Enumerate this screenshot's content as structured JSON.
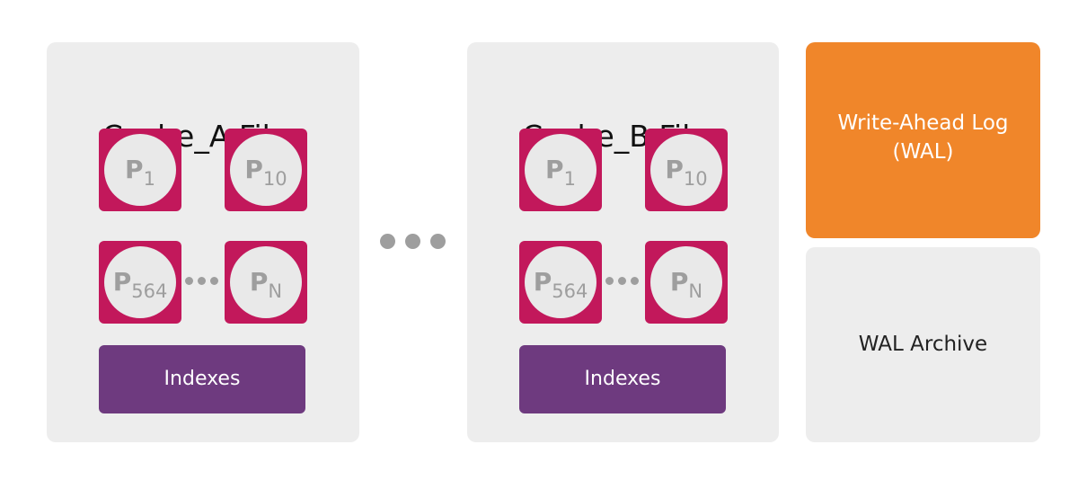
{
  "diagram": {
    "colors": {
      "panel": "#ededed",
      "page_tile": "#c2185b",
      "page_circle": "#e9e9e9",
      "indexes": "#6e3a7f",
      "wal": "#f0862a",
      "dots": "#9e9e9e"
    },
    "cache_a": {
      "title": "Cache_A Files",
      "pages": [
        {
          "letter": "P",
          "sub": "1"
        },
        {
          "letter": "P",
          "sub": "10"
        },
        {
          "letter": "P",
          "sub": "564"
        },
        {
          "letter": "P",
          "sub": "N"
        }
      ],
      "indexes_label": "Indexes"
    },
    "cache_b": {
      "title": "Cache_B Files",
      "pages": [
        {
          "letter": "P",
          "sub": "1"
        },
        {
          "letter": "P",
          "sub": "10"
        },
        {
          "letter": "P",
          "sub": "564"
        },
        {
          "letter": "P",
          "sub": "N"
        }
      ],
      "indexes_label": "Indexes"
    },
    "wal": {
      "line1": "Write-Ahead Log",
      "line2": "(WAL)"
    },
    "wal_archive": {
      "label": "WAL Archive"
    }
  }
}
